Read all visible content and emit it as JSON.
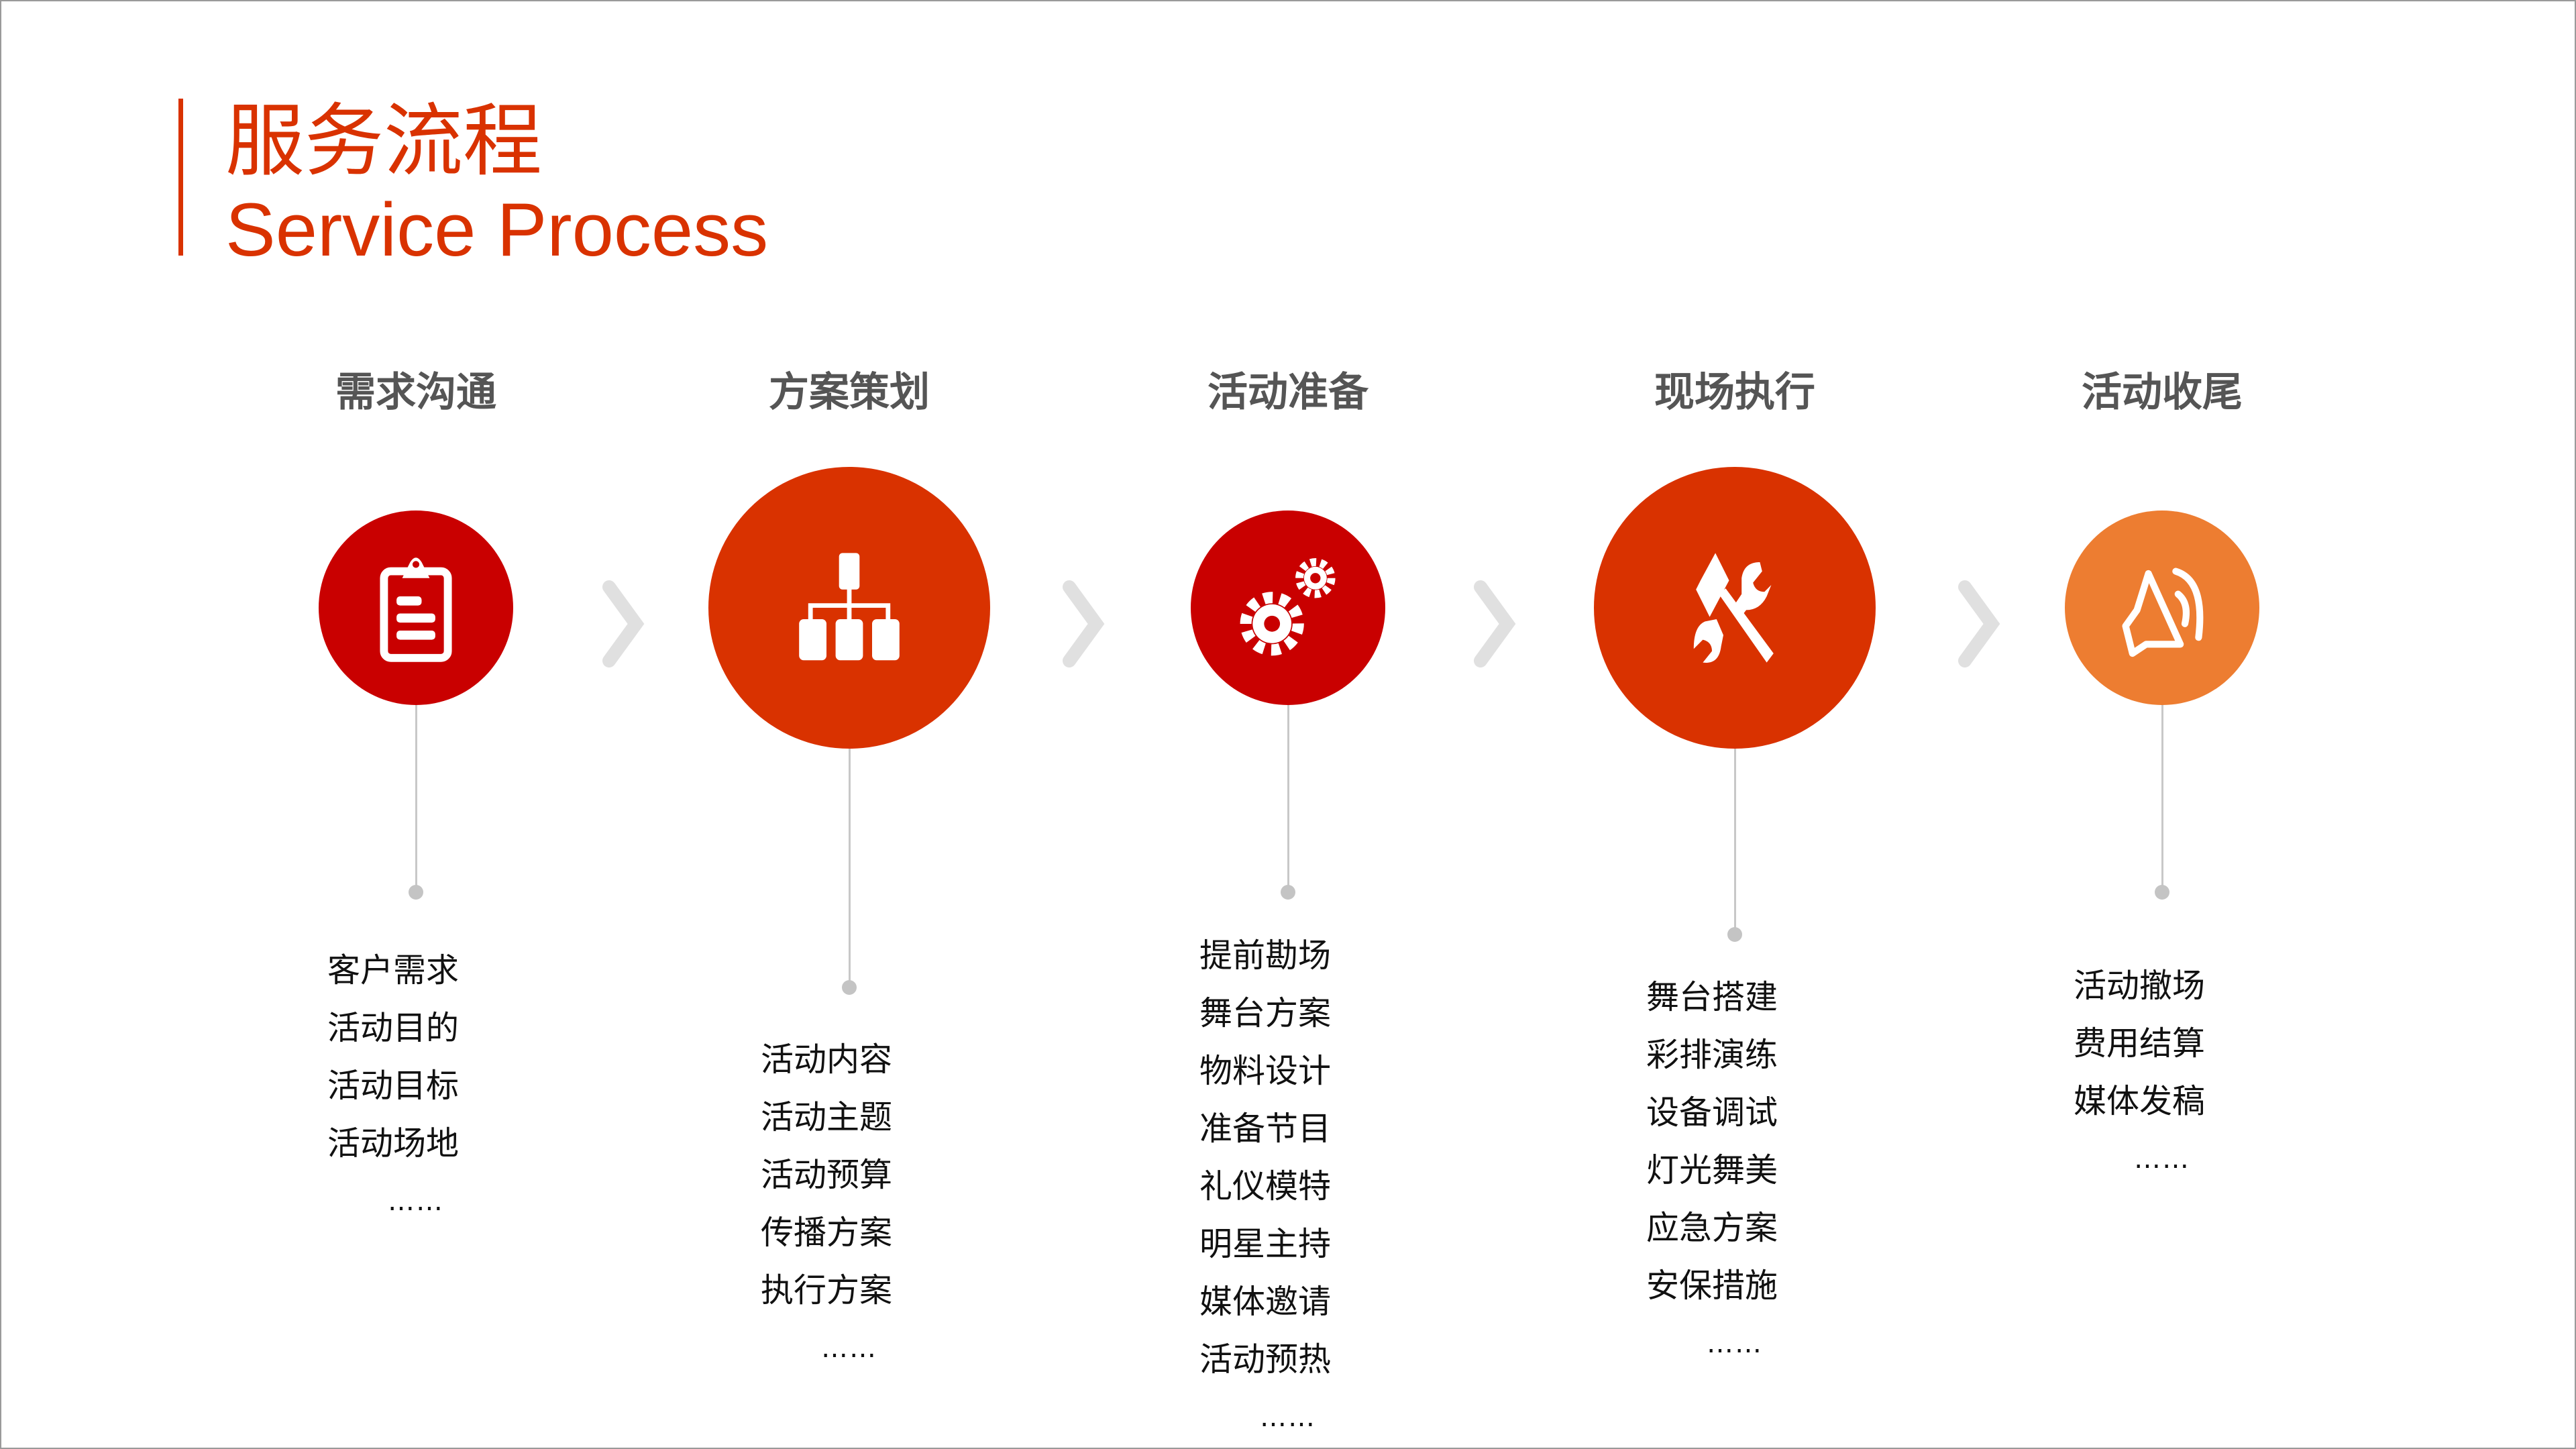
{
  "header": {
    "title_cn": "服务流程",
    "title_en": "Service Process"
  },
  "colors": {
    "accent": "#D93200",
    "dark_red": "#C90000",
    "orange": "#ED7D31",
    "chevron": "#E0E0E0",
    "stem": "#C8C8C8"
  },
  "steps": [
    {
      "title": "需求沟通",
      "icon": "clipboard-icon",
      "color": "#C90000",
      "items": [
        "客户需求",
        "活动目的",
        "活动目标",
        "活动场地"
      ],
      "more": "……"
    },
    {
      "title": "方案策划",
      "icon": "org-chart-icon",
      "color": "#D93200",
      "items": [
        "活动内容",
        "活动主题",
        "活动预算",
        "传播方案",
        "执行方案"
      ],
      "more": "……"
    },
    {
      "title": "活动准备",
      "icon": "gears-icon",
      "color": "#C90000",
      "items": [
        "提前勘场",
        "舞台方案",
        "物料设计",
        "准备节目",
        "礼仪模特",
        "明星主持",
        "媒体邀请",
        "活动预热"
      ],
      "more": "……"
    },
    {
      "title": "现场执行",
      "icon": "tools-icon",
      "color": "#D93200",
      "items": [
        "舞台搭建",
        "彩排演练",
        "设备调试",
        "灯光舞美",
        "应急方案",
        "安保措施"
      ],
      "more": "……"
    },
    {
      "title": "活动收尾",
      "icon": "speaker-icon",
      "color": "#ED7D31",
      "items": [
        "活动撤场",
        "费用结算",
        "媒体发稿"
      ],
      "more": "……"
    }
  ]
}
